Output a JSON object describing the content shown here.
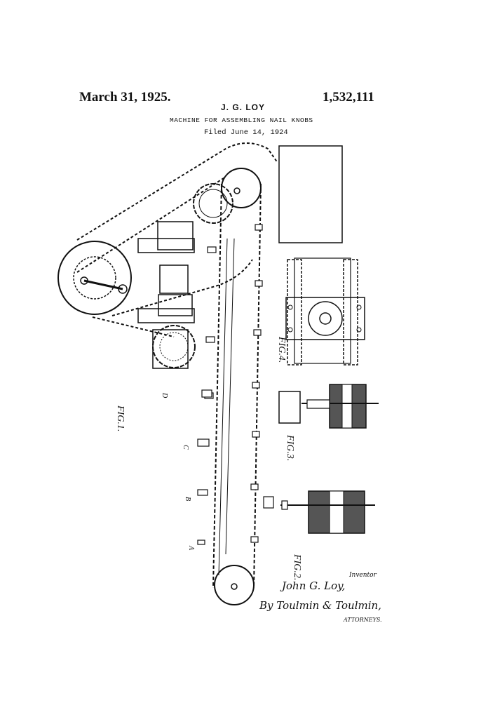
{
  "header": {
    "date": "March 31, 1925.",
    "patent_number": "1,532,111",
    "inventor": "J. G. LOY",
    "title": "MACHINE FOR ASSEMBLING NAIL KNOBS",
    "filed": "Filed June 14, 1924"
  },
  "figures": {
    "fig1": "FIG.1.",
    "fig2": "FIG.2.",
    "fig3": "FIG.3.",
    "fig4": "FIG.4."
  },
  "stations": {
    "a": "A",
    "b": "B",
    "c": "C",
    "d": "D"
  },
  "signature": {
    "role": "Inventor",
    "name": "John G. Loy,",
    "by": "By Toulmin & Toulmin,",
    "attorneys": "ATTORNEYS."
  }
}
